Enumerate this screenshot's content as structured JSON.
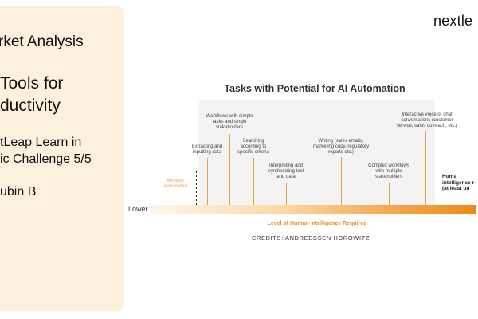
{
  "slide": {
    "left_lines": [
      "rket Analysis",
      "Tools for",
      "ductivity",
      "tLeap Learn in",
      "ic Challenge 5/5",
      "ubin B"
    ],
    "logo": "nextle"
  },
  "chart_data": {
    "type": "diagram",
    "title": "Tasks with Potential for AI Automation",
    "axis_start": "Lower",
    "axis_label": "Level of Human Intelligence Required",
    "left_note": "Already\nautomated",
    "right_note": "Huma\nintelligence r\n(at least un",
    "tasks": [
      "Extracting and\ninputting data",
      "Workflows with simple\ntasks and single\nstakeholders",
      "Searching\naccording to\nspecific criteria",
      "Interpreting and\nsynthesizing text\nand data",
      "Writing (sales emails,\nmarketing copy, regulatory\nreports etc.)",
      "Complex workflows\nwith multiple\nstakeholders",
      "Interactive voice or chat\nconversations (customer\nservice, sales outreach, etc.)"
    ],
    "credits": "CREDITS: ANDREESSEN HOROWITZ"
  }
}
